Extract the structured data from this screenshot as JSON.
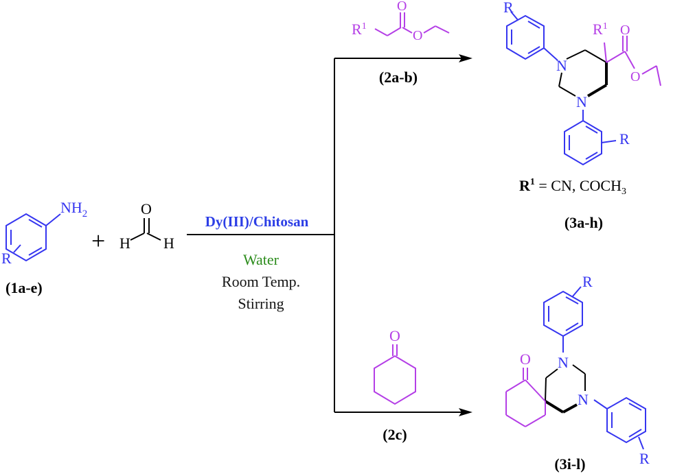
{
  "reactants": {
    "aniline": {
      "nh2_symbol": "NH",
      "nh2_sub": "2",
      "r_label": "R",
      "compound_label": "(1a-e)"
    },
    "plus_sign": "+",
    "formaldehyde": {
      "o_label": "O",
      "h_left": "H",
      "h_right": "H"
    }
  },
  "conditions": {
    "catalyst": "Dy(III)/Chitosan",
    "solvent": "Water",
    "temperature": "Room Temp.",
    "mixing": "Stirring"
  },
  "top_branch": {
    "reagent": {
      "r_label": "R",
      "r_sup": "1",
      "o_carbonyl": "O",
      "o_ester": "O",
      "compound_label": "(2a-b)"
    },
    "product": {
      "r_top": "R",
      "r1_label": "R",
      "r1_sup": "1",
      "n_top": "N",
      "n_bottom": "N",
      "o_carbonyl": "O",
      "o_ester": "O",
      "r_bottom": "R",
      "substituent_prefix": "R",
      "substituent_sup": "1",
      "substituent_text": " = CN, COCH",
      "substituent_sub": "3",
      "compound_label": "(3a-h)"
    }
  },
  "bottom_branch": {
    "reagent": {
      "o_label": "O",
      "compound_label": "(2c)"
    },
    "product": {
      "r_top": "R",
      "n_top": "N",
      "n_bottom": "N",
      "o_label": "O",
      "r_bottom": "R",
      "compound_label": "(3i-l)"
    }
  },
  "colors": {
    "aryl_blue": "#3535f0",
    "reagent_magenta": "#b43ee6",
    "catalyst_blue": "#2c3ee6",
    "water_green": "#2c8c1c",
    "text_black": "#000000"
  }
}
